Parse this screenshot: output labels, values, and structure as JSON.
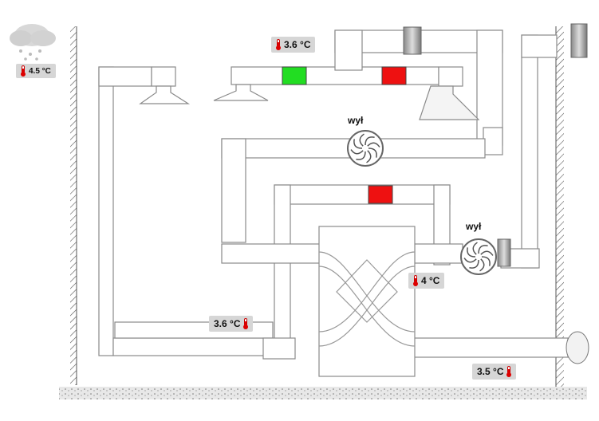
{
  "weather": {
    "icon": "snow-cloud-icon",
    "outdoor_temp": "4.5 °C"
  },
  "sensors": {
    "fresh_air_intake": "3.6 °C",
    "supply_in": "3.6 °C",
    "exhaust_after": "4 °C",
    "exhaust_out": "3.5 °C"
  },
  "fans": {
    "top_label": "wył",
    "right_label": "wył"
  },
  "dampers": {
    "left_state": "open",
    "mid_state": "closed",
    "bottom_state": "closed"
  },
  "colors": {
    "damper_open": "#22dd22",
    "damper_closed": "#ee1111",
    "pipe": "#ffffff",
    "pipe_stroke": "#888888",
    "thermometer": "#dd0000"
  }
}
